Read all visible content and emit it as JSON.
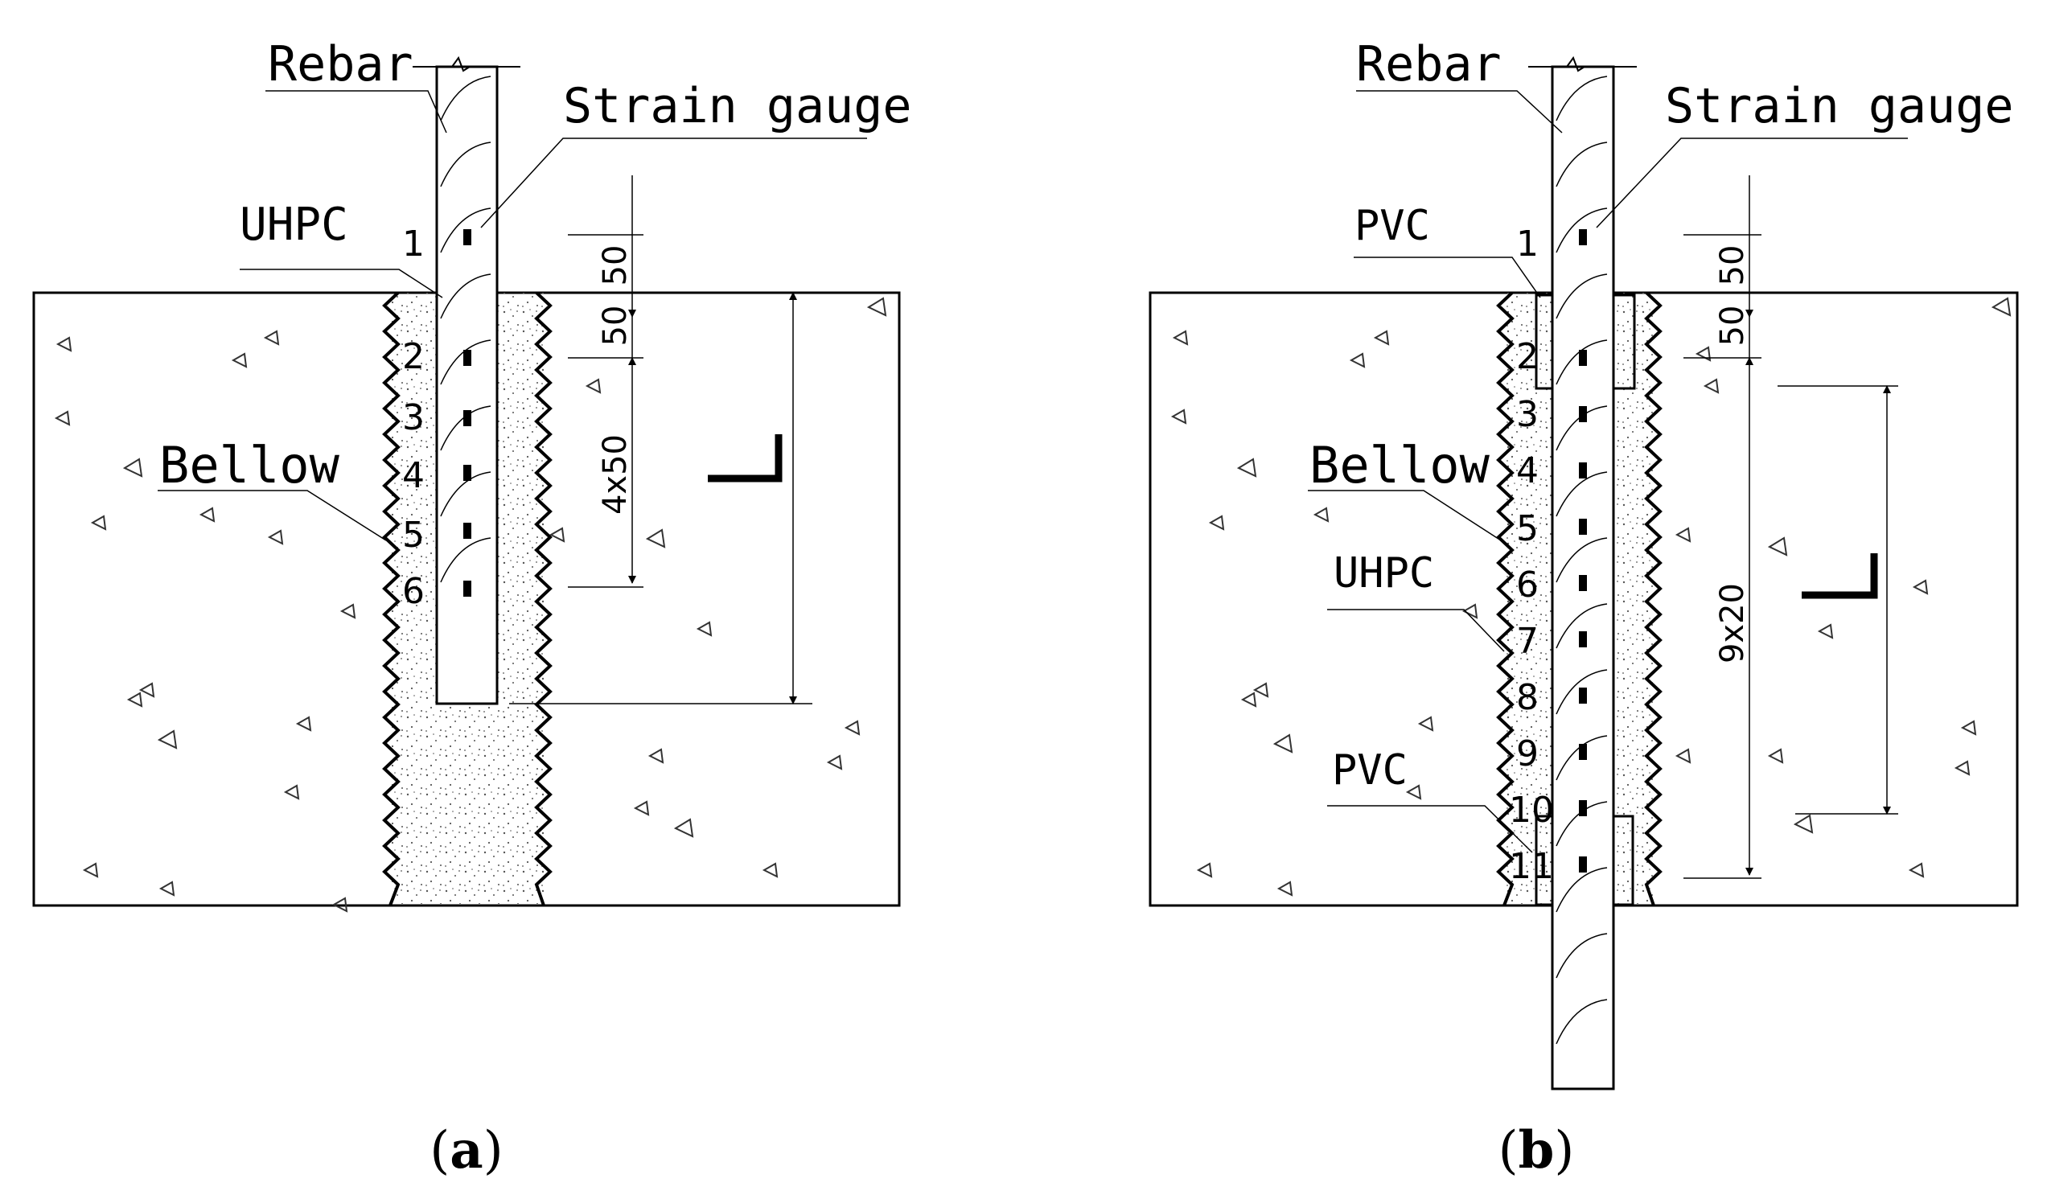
{
  "panel_a": {
    "labels": {
      "rebar": "Rebar",
      "strain_gauge": "Strain gauge",
      "uhpc": "UHPC",
      "bellow": "Bellow"
    },
    "gauge_numbers": [
      "1",
      "2",
      "3",
      "4",
      "5",
      "6"
    ],
    "dimensions": {
      "top_1": "50",
      "top_2": "50",
      "spacing": "4x50"
    },
    "caption": {
      "open": "(",
      "letter": "a",
      "close": ")"
    }
  },
  "panel_b": {
    "labels": {
      "rebar": "Rebar",
      "strain_gauge": "Strain gauge",
      "pvc_top": "PVC",
      "bellow": "Bellow",
      "uhpc": "UHPC",
      "pvc_bottom": "PVC"
    },
    "gauge_numbers": [
      "1",
      "2",
      "3",
      "4",
      "5",
      "6",
      "7",
      "8",
      "9",
      "10",
      "11"
    ],
    "dimensions": {
      "top_1": "50",
      "top_2": "50",
      "spacing": "9x20"
    },
    "caption": {
      "open": "(",
      "letter": "b",
      "close": ")"
    }
  }
}
